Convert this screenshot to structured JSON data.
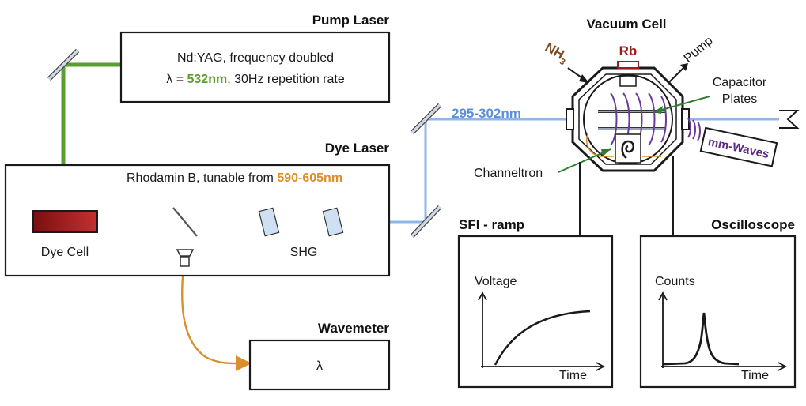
{
  "pump_laser": {
    "title": "Pump Laser",
    "line1": "Nd:YAG, frequency doubled",
    "line2_prefix": "λ = ",
    "line2_wavelength": "532nm",
    "line2_suffix": ", 30Hz repetition rate"
  },
  "dye_laser": {
    "title": "Dye Laser",
    "desc_prefix": "Rhodamin B, tunable from ",
    "desc_range": "590-605nm",
    "dye_cell_label": "Dye Cell",
    "shg_label": "SHG"
  },
  "wavemeter": {
    "title": "Wavemeter",
    "symbol": "λ"
  },
  "uv_beam": {
    "label": "295-302nm"
  },
  "vacuum_cell": {
    "title": "Vacuum Cell",
    "nh3_base": "NH",
    "nh3_sub": "3",
    "rb_label": "Rb",
    "pump_label": "Pump",
    "capacitor_line1": "Capacitor",
    "capacitor_line2": "Plates",
    "channeltron_label": "Channeltron",
    "mm_waves_label": "mm-Waves"
  },
  "sfi_ramp": {
    "title": "SFI - ramp",
    "ylabel": "Voltage",
    "xlabel": "Time"
  },
  "oscilloscope": {
    "title": "Oscilloscope",
    "ylabel": "Counts",
    "xlabel": "Time"
  },
  "colors": {
    "green_beam": "#5a9e2f",
    "orange_beam": "#d9902b",
    "uv_beam": "#8fb6e6",
    "uv_text": "#5b8fd6",
    "dye_cell": "#9b1c1c",
    "rb_red": "#a11a1a",
    "nh3_brown": "#7a4a1e",
    "mm_waves_purple": "#5c2a86"
  }
}
